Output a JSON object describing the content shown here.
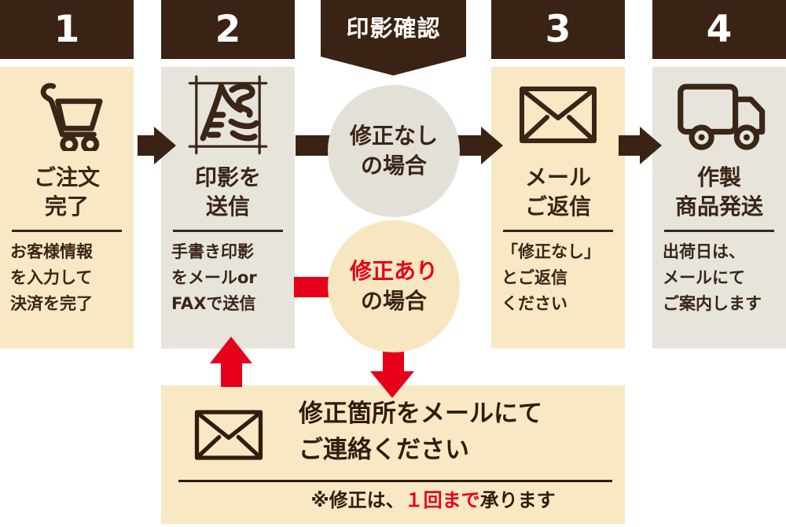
{
  "colors": {
    "brand_dark": "#3a2314",
    "text_dark": "#3a2517",
    "cream": "#f8e8c4",
    "gray_panel": "#e7e4dc",
    "gray_circle": "#e3e0d8",
    "accent_red": "#e60019",
    "note_text": "#301d10",
    "white": "#ffffff"
  },
  "check_badge": {
    "label": "印影確認"
  },
  "steps": [
    {
      "number": "1",
      "icon": "cart-icon",
      "title_lines": [
        "ご注文",
        "完了"
      ],
      "sub_lines": [
        "お客様情報",
        "を入力して",
        "決済を完了"
      ]
    },
    {
      "number": "2",
      "icon": "stamp-icon",
      "title_lines": [
        "印影を",
        "送信"
      ],
      "sub_lines": [
        "手書き印影",
        "をメールor",
        "FAXで送信"
      ]
    },
    {
      "number": "3",
      "icon": "mail-icon",
      "title_lines": [
        "メール",
        "ご返信"
      ],
      "sub_lines": [
        "「修正なし」",
        "とご返信",
        "ください"
      ]
    },
    {
      "number": "4",
      "icon": "truck-icon",
      "title_lines": [
        "作製",
        "商品発送"
      ],
      "sub_lines": [
        "出荷日は、",
        "メールにて",
        "ご案内します"
      ]
    }
  ],
  "branches": {
    "no_fix": {
      "lines": [
        "修正なし",
        "の場合"
      ]
    },
    "fix": {
      "highlight": "修正あり",
      "rest": "の場合"
    }
  },
  "correction_box": {
    "icon": "mail-icon",
    "lines": [
      "修正箇所をメールにて",
      "ご連絡ください"
    ],
    "note": {
      "prefix": "※修正は、",
      "highlight": "１回まで",
      "suffix": "承ります"
    }
  }
}
